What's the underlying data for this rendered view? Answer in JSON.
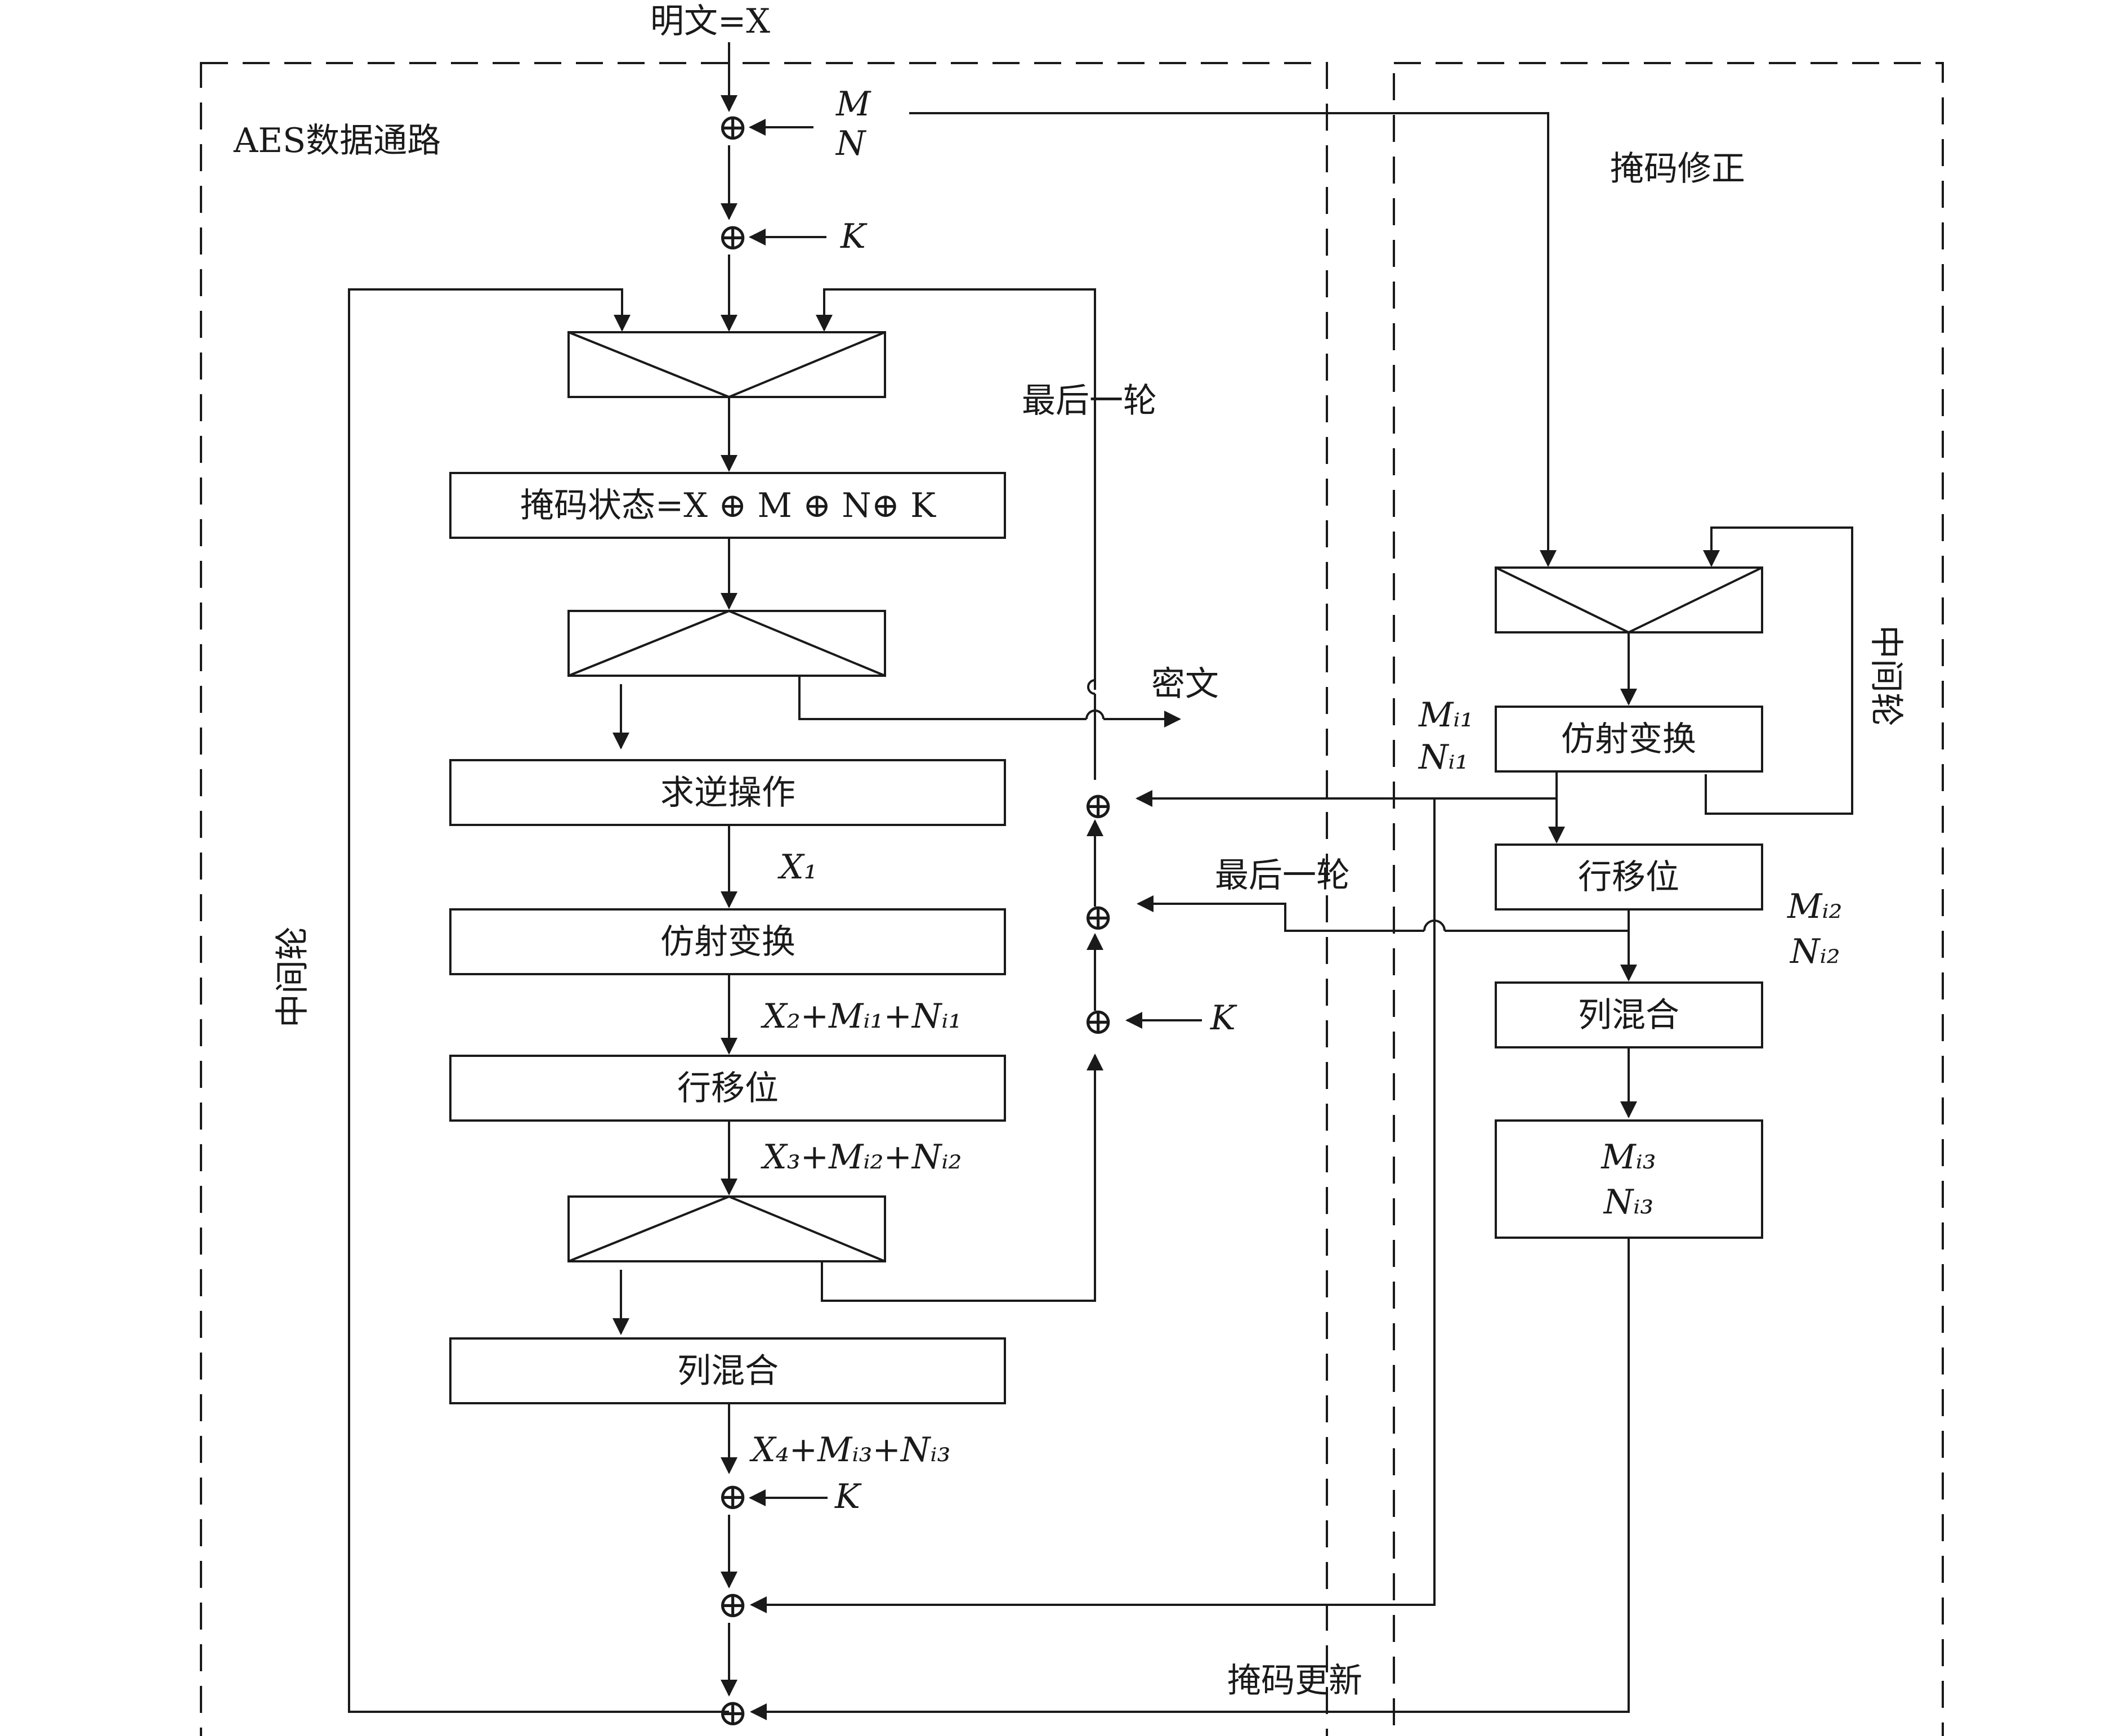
{
  "regions": {
    "aes_datapath": "AES数据通路",
    "mask_correction": "掩码修正",
    "mask_update": "掩码更新"
  },
  "inputs": {
    "plaintext": "明文=X",
    "mask_m": "M",
    "mask_n": "N",
    "key_k": "K"
  },
  "left_path": {
    "masked_state": "掩码状态=X ⊕ M ⊕ N⊕ K",
    "inverse": "求逆操作",
    "affine": "仿射变换",
    "shift_rows": "行移位",
    "mix_columns": "列混合",
    "x1": "X₁",
    "x2": "X₂+Mᵢ₁+Nᵢ₁",
    "x3": "X₃+Mᵢ₂+Nᵢ₂",
    "x4": "X₄+Mᵢ₃+Nᵢ₃",
    "last_round_top": "最后一轮",
    "middle_round": "中间轮",
    "ciphertext": "密文",
    "key_k2": "K",
    "key_k3": "K",
    "last_round_mid": "最后一轮"
  },
  "right_path": {
    "affine": "仿射变换",
    "shift_rows": "行移位",
    "mix_columns": "列混合",
    "mi1": "Mᵢ₁",
    "ni1": "Nᵢ₁",
    "mi2": "Mᵢ₂",
    "ni2": "Nᵢ₂",
    "mi3": "Mᵢ₃",
    "ni3": "Nᵢ₃",
    "middle_round": "中间轮"
  },
  "symbols": {
    "xor": "⊕"
  }
}
